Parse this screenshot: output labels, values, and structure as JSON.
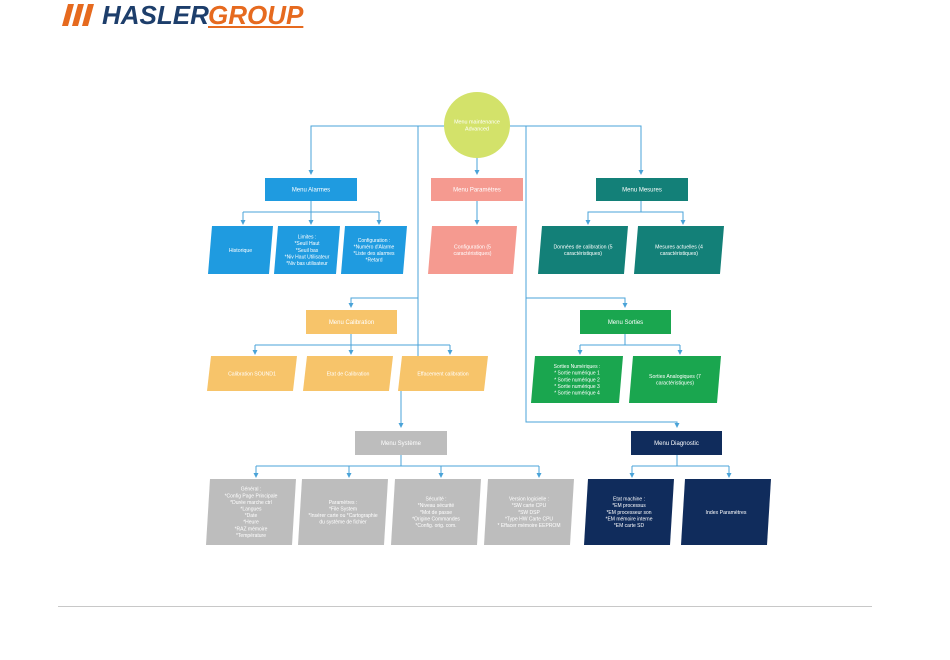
{
  "logo": {
    "brand": "HASLER",
    "suffix": "GROUP",
    "accent": "#e66a1f",
    "primary": "#1d3e6b"
  },
  "root": {
    "lines": [
      "Menu maintenance",
      "Advanced"
    ],
    "color": "#d3e26a"
  },
  "menus": {
    "alarmes": {
      "label": "Menu Alarmes",
      "color": "#1f9be0"
    },
    "parametres": {
      "label": "Menu Paramètres",
      "color": "#f59a90"
    },
    "mesures": {
      "label": "Menu Mesures",
      "color": "#138078"
    },
    "calibration": {
      "label": "Menu Calibration",
      "color": "#f7c46a"
    },
    "sorties": {
      "label": "Menu Sorties",
      "color": "#1aa64f"
    },
    "systeme": {
      "label": "Menu Système",
      "color": "#bdbdbd"
    },
    "diagnostic": {
      "label": "Menu Diagnostic",
      "color": "#102c5c"
    }
  },
  "leaves": {
    "historique": {
      "lines": [
        "Historique"
      ]
    },
    "limites": {
      "lines": [
        "Limites :",
        "*Seuil Haut",
        "*Seuil bas",
        "*Niv Haut Utilisateur",
        "*Niv bas utilisateur"
      ]
    },
    "configuration_alarmes": {
      "lines": [
        "Configuration :",
        "*Numéro d'Alarme",
        "*Liste des alarmes",
        "*Retard"
      ]
    },
    "configuration_param": {
      "lines": [
        "Configuration (5",
        "caractéristiques)"
      ]
    },
    "donnees_calibration": {
      "lines": [
        "Données de calibration (5",
        "caractéristiques)"
      ]
    },
    "mesures_actuelles": {
      "lines": [
        "Mesures actuelles (4",
        "caractéristiques)"
      ]
    },
    "calibration_sound": {
      "lines": [
        "Calibration SOUND1"
      ]
    },
    "etat_calibration": {
      "lines": [
        "Etat de Calibration"
      ]
    },
    "effacement_calibration": {
      "lines": [
        "Effacement calibration"
      ]
    },
    "sorties_numeriques": {
      "lines": [
        "Sorties Numériques :",
        "* Sortie numérique 1",
        "* Sortie numérique 2",
        "* Sortie numérique 3",
        "* Sortie numérique 4"
      ]
    },
    "sorties_analogiques": {
      "lines": [
        "Sorties Analogiques (7",
        "caractéristiques)"
      ]
    },
    "general": {
      "lines": [
        "Général :",
        "*Config Page Principale",
        "*Durée marche ctrl",
        "*Langues",
        "*Date",
        "*Heure",
        "*RAZ mémoire",
        "*Température"
      ]
    },
    "parametres_sys": {
      "lines": [
        "Paramètres :",
        "*File System",
        "*Insérer carte ou *Cartographie",
        "du système de fichier"
      ]
    },
    "securite": {
      "lines": [
        "Sécurité :",
        "*Niveau sécurité",
        "*Mot de passe",
        "*Origine Commandes",
        "*Config. orig. com."
      ]
    },
    "version_logicielle": {
      "lines": [
        "Version logicielle :",
        "*SW carte CPU",
        "*SW DSP",
        "*Type HW Carte CPU",
        "* Effacer mémoire EEPROM"
      ]
    },
    "etat_machine": {
      "lines": [
        "Etat machine :",
        "*EM processus",
        "*EM processeur son",
        "*EM mémoire interne",
        "*EM carte SD"
      ]
    },
    "index_parametres": {
      "lines": [
        "Index Paramètres"
      ]
    }
  },
  "connector_color": "#4aa3d8"
}
